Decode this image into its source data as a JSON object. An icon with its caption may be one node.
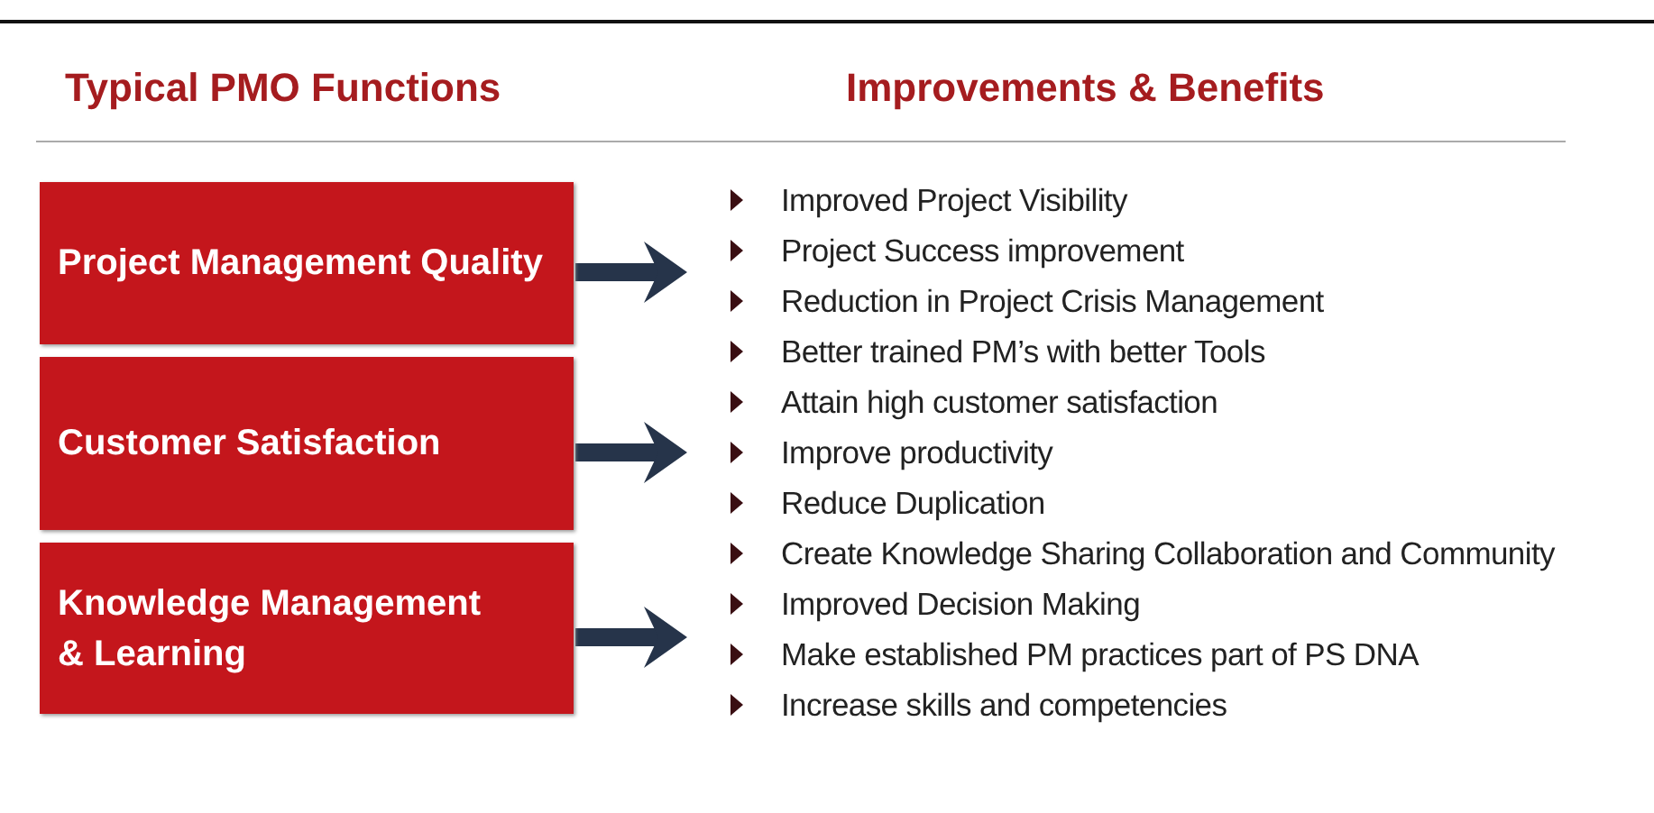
{
  "diagram": {
    "nodes": [
      {
        "text": [
          "Project Management Quality"
        ]
      },
      {
        "text": [
          "Customer Satisfaction"
        ]
      },
      {
        "text": [
          "Knowledge Management & Learning"
        ]
      }
    ],
    "edges": [
      {
        "from": 0,
        "to": null,
        "arrow": "to"
      },
      {
        "from": 1,
        "to": null,
        "arrow": "to"
      },
      {
        "from": 2,
        "to": null,
        "arrow": "to"
      }
    ],
    "labels": [
      "Typical PMO Functions",
      "Improvements & Benefits",
      "Improved Project Visibility",
      "Project Success improvement",
      "Reduction in Project Crisis Management",
      "Better trained PM’s with better Tools",
      "Attain high customer satisfaction",
      "Improve productivity",
      "Reduce Duplication",
      "Create Knowledge Sharing Collaboration and Community",
      "Improved Decision Making",
      "Make established PM practices part of PS DNA",
      "Increase skills and competencies"
    ]
  }
}
